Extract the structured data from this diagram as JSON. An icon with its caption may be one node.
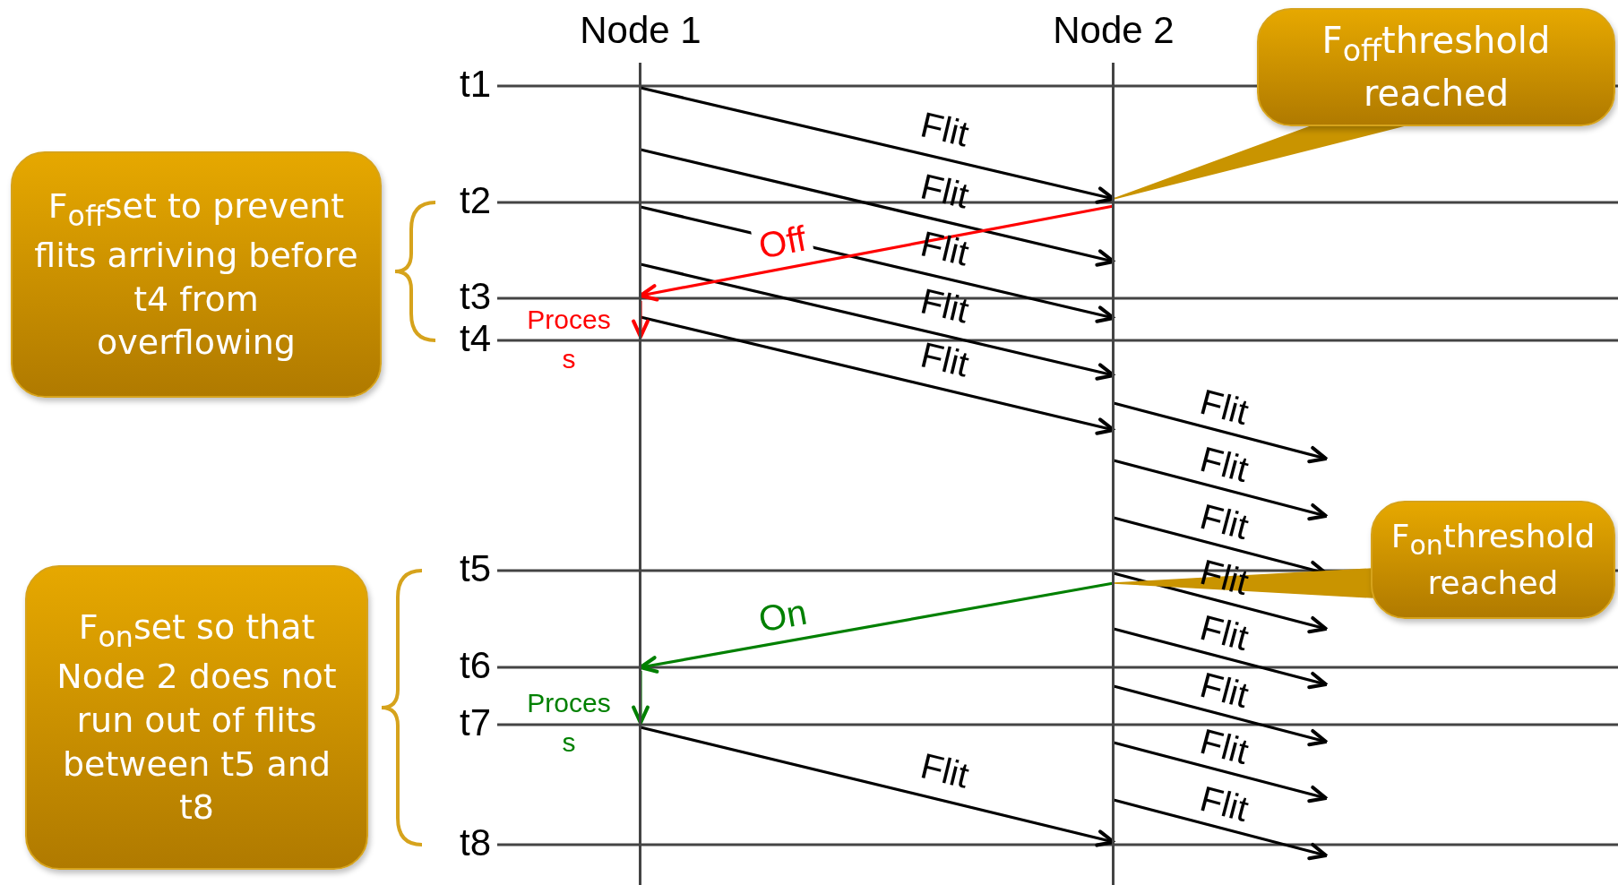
{
  "diagram": {
    "nodes": [
      {
        "text": [
          "Node 1"
        ]
      },
      {
        "text": [
          "Node 2"
        ]
      },
      {
        "text": [
          "F$_{off}$set to prevent flits arriving before t4 from overflowing"
        ]
      },
      {
        "text": [
          "F$_{on}$set so that Node 2 does not run out of flits between t5 and t8"
        ]
      },
      {
        "text": [
          "F$_{off}$threshold reached"
        ]
      },
      {
        "text": [
          "F$_{on}$threshold reached"
        ]
      }
    ],
    "edges": [
      {
        "from": 0,
        "to": 1,
        "arrow": "to",
        "label": "Flit"
      },
      {
        "from": 0,
        "to": 1,
        "arrow": "to",
        "label": "Flit"
      },
      {
        "from": 0,
        "to": 1,
        "arrow": "to",
        "label": "Flit"
      },
      {
        "from": 0,
        "to": 1,
        "arrow": "to",
        "label": "Flit"
      },
      {
        "from": 0,
        "to": 1,
        "arrow": "to",
        "label": "Flit"
      },
      {
        "from": 1,
        "to": 0,
        "arrow": "to",
        "label": "Off",
        "color": "#ff0000"
      },
      {
        "from": 0,
        "to": 0,
        "arrow": "to",
        "label": "Proces s",
        "color": "#ff0000"
      },
      {
        "from": 4,
        "to": 1,
        "arrow": "none",
        "color": "#c99400"
      },
      {
        "from": 1,
        "to": null,
        "arrow": "to",
        "label": "Flit"
      },
      {
        "from": 1,
        "to": null,
        "arrow": "to",
        "label": "Flit"
      },
      {
        "from": 1,
        "to": null,
        "arrow": "to",
        "label": "Flit"
      },
      {
        "from": 1,
        "to": null,
        "arrow": "to",
        "label": "Flit"
      },
      {
        "from": 1,
        "to": 0,
        "arrow": "to",
        "label": "On",
        "color": "#008000"
      },
      {
        "from": 5,
        "to": 1,
        "arrow": "none",
        "color": "#c99400"
      },
      {
        "from": 0,
        "to": 0,
        "arrow": "to",
        "label": "Proces s",
        "color": "#008000"
      },
      {
        "from": 1,
        "to": null,
        "arrow": "to",
        "label": "Flit"
      },
      {
        "from": 1,
        "to": null,
        "arrow": "to",
        "label": "Flit"
      },
      {
        "from": 1,
        "to": null,
        "arrow": "to",
        "label": "Flit"
      },
      {
        "from": 1,
        "to": null,
        "arrow": "to",
        "label": "Flit"
      },
      {
        "from": 0,
        "to": 1,
        "arrow": "to",
        "label": "Flit"
      }
    ],
    "labels": [
      "t1",
      "t2",
      "t3",
      "t4",
      "t5",
      "t6",
      "t7",
      "t8"
    ]
  }
}
